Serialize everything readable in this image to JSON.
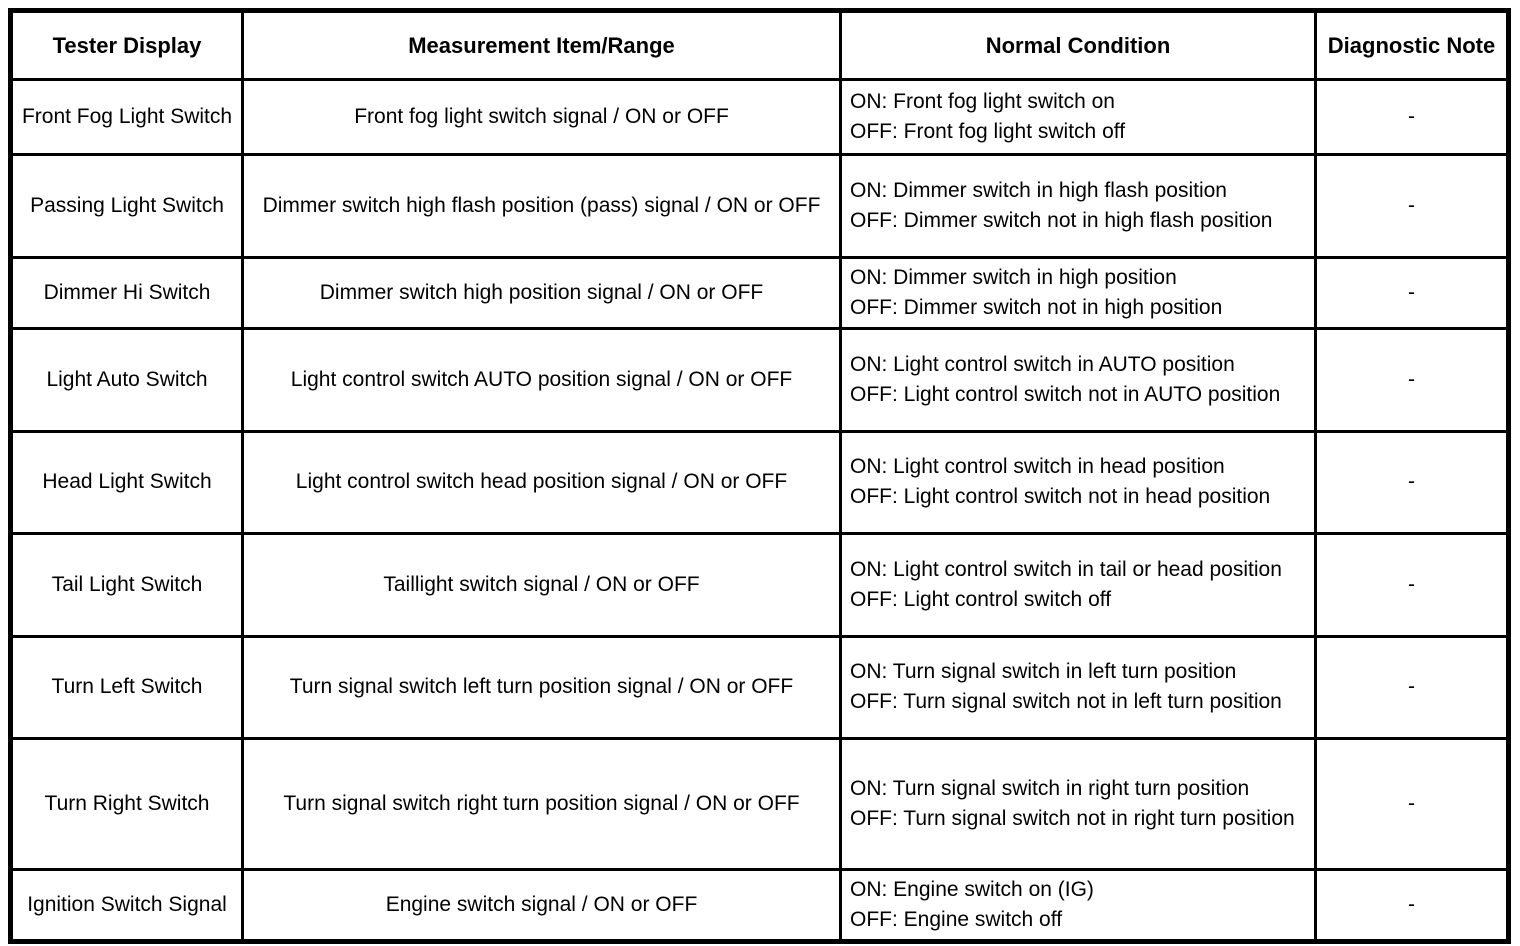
{
  "table": {
    "headers": {
      "tester_display": "Tester Display",
      "measurement": "Measurement Item/Range",
      "normal_condition": "Normal Condition",
      "diagnostic_note": "Diagnostic Note"
    },
    "rows": [
      {
        "tester_display": "Front Fog Light Switch",
        "measurement": "Front fog light switch signal / ON or OFF",
        "normal_condition": "ON: Front fog light switch on\nOFF: Front fog light switch off",
        "diagnostic_note": "-"
      },
      {
        "tester_display": "Passing Light Switch",
        "measurement": "Dimmer switch high flash position (pass) signal / ON or OFF",
        "normal_condition": "ON: Dimmer switch in high flash position\nOFF: Dimmer switch not in high flash position",
        "diagnostic_note": "-"
      },
      {
        "tester_display": "Dimmer Hi Switch",
        "measurement": "Dimmer switch high position signal / ON or OFF",
        "normal_condition": "ON: Dimmer switch in high position\nOFF: Dimmer switch not in high position",
        "diagnostic_note": "-"
      },
      {
        "tester_display": "Light Auto Switch",
        "measurement": "Light control switch AUTO position signal / ON or OFF",
        "normal_condition": "ON: Light control switch in AUTO position\nOFF: Light control switch not in AUTO position",
        "diagnostic_note": "-"
      },
      {
        "tester_display": "Head Light Switch",
        "measurement": "Light control switch head position signal / ON or OFF",
        "normal_condition": "ON: Light control switch in head position\nOFF: Light control switch not in head position",
        "diagnostic_note": "-"
      },
      {
        "tester_display": "Tail Light Switch",
        "measurement": "Taillight switch signal / ON or OFF",
        "normal_condition": "ON: Light control switch in tail or head position\nOFF: Light control switch off",
        "diagnostic_note": "-"
      },
      {
        "tester_display": "Turn Left Switch",
        "measurement": "Turn signal switch left turn position signal / ON or OFF",
        "normal_condition": "ON: Turn signal switch in left turn position\nOFF: Turn signal switch not in left turn position",
        "diagnostic_note": "-"
      },
      {
        "tester_display": "Turn Right Switch",
        "measurement": "Turn signal switch right turn position signal / ON or OFF",
        "normal_condition": "ON: Turn signal switch in right turn position\nOFF: Turn signal switch not in right turn position",
        "diagnostic_note": "-"
      },
      {
        "tester_display": "Ignition Switch Signal",
        "measurement": "Engine switch signal / ON or OFF",
        "normal_condition": "ON: Engine switch on (IG)\nOFF: Engine switch off",
        "diagnostic_note": "-"
      }
    ]
  },
  "colors": {
    "border": "#000000",
    "text": "#000000",
    "background": "#ffffff"
  }
}
